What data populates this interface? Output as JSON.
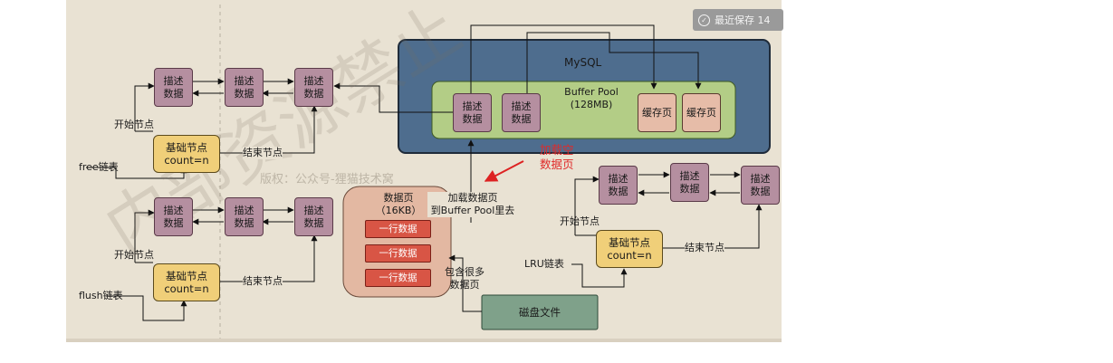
{
  "badge": {
    "text": "最近保存 14",
    "icon": "check-circle-icon"
  },
  "watermark": {
    "copyright": "版权：公众号-狸猫技术窝",
    "big": "内部资源禁止"
  },
  "mysql": {
    "label": "MySQL",
    "pool_label": "Buffer Pool\n(128MB)"
  },
  "node_desc": "描述\n数据",
  "node_cache": "缓存页",
  "node_base": "基础节点\ncount=n",
  "labels": {
    "start_node": "开始节点",
    "end_node": "结束节点",
    "free_list": "free链表",
    "flush_list": "flush链表",
    "lru_list": "LRU链表",
    "load_empty": "加载空\n数据页",
    "data_page": "数据页\n（16KB）",
    "load_to_pool": "加载数据页\n到Buffer Pool里去",
    "contains_pages": "包含很多\n数据页",
    "disk_file": "磁盘文件",
    "row": "一行数据"
  },
  "colors": {
    "mysql_bg": "#4e6d8e",
    "pool_bg": "#b3cd86",
    "accent_red": "#e02a2a"
  }
}
